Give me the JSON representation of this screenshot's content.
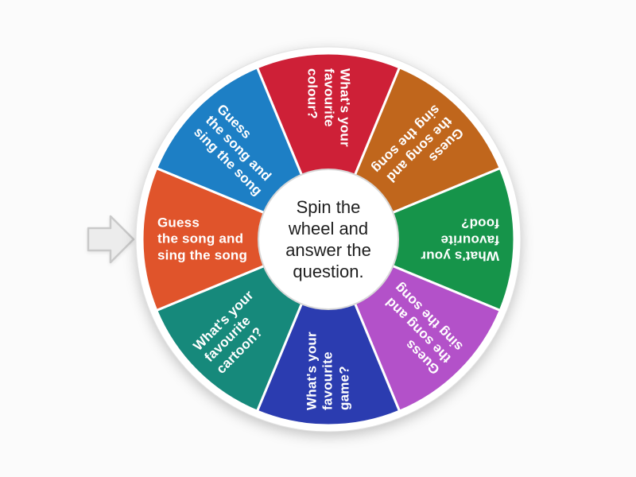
{
  "stage": {
    "background_color": "#fbfbfb"
  },
  "wheel": {
    "center_text": "Spin the\nwheel and\nanswer the\nquestion.",
    "center_color": "#ffffff",
    "center_edge_color": "#d8d8d8",
    "center_text_color": "#1e1e1e",
    "rim_color": "#ffffff",
    "separator_color": "#ffffff",
    "label_text_color": "#ffffff",
    "segments": [
      {
        "label": "What's your\nfavourite\ncolour?",
        "color": "#ce2037",
        "mid_angle_deg": 270
      },
      {
        "label": "Guess\nthe song and\nsing the song",
        "color": "#c0661c",
        "mid_angle_deg": 315
      },
      {
        "label": "What's your\nfavourite\nfood?",
        "color": "#16944a",
        "mid_angle_deg": 0
      },
      {
        "label": "Guess\nthe song and\nsing the song",
        "color": "#b351c9",
        "mid_angle_deg": 45
      },
      {
        "label": "What's your\nfavourite\ngame?",
        "color": "#2b3cb0",
        "mid_angle_deg": 90
      },
      {
        "label": "What's your\nfavourite\ncartoon?",
        "color": "#16897b",
        "mid_angle_deg": 135
      },
      {
        "label": "Guess\nthe song and\nsing the song",
        "color": "#e0542b",
        "mid_angle_deg": 180
      },
      {
        "label": "Guess\nthe song and\nsing the song",
        "color": "#1d7fc5",
        "mid_angle_deg": 225
      }
    ],
    "pointer": {
      "color": "#ececec",
      "border_color": "#c9c9c9"
    }
  }
}
